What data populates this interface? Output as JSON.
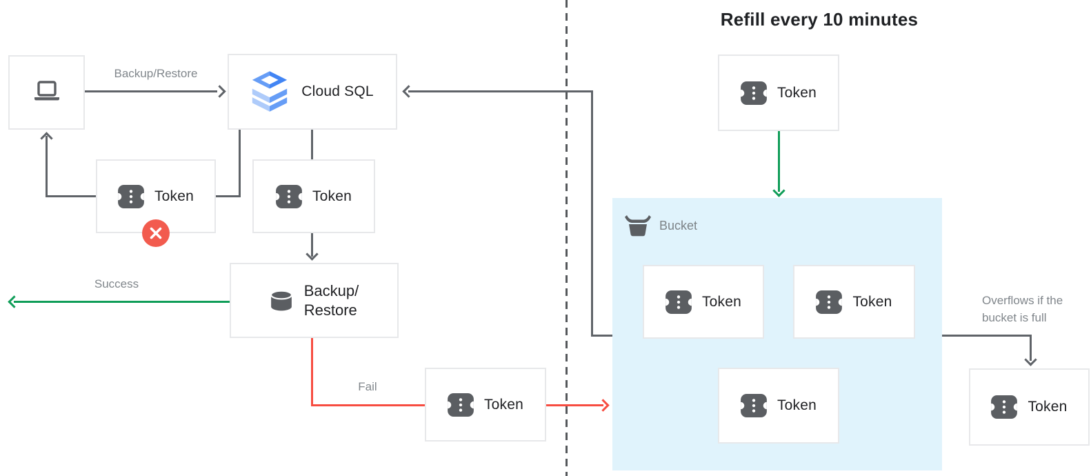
{
  "title": "Refill every 10 minutes",
  "labels": {
    "token": "Token",
    "cloud_sql": "Cloud SQL",
    "backup_restore_line1": "Backup/",
    "backup_restore_line2": "Restore",
    "client_to_cloudsql_arrow": "Backup/Restore",
    "success": "Success",
    "fail": "Fail",
    "bucket": "Bucket",
    "overflow_line1": "Overflows if the",
    "overflow_line2": "bucket is full"
  },
  "colors": {
    "connector_gray": "#5f6368",
    "success_green": "#0f9d58",
    "fail_red": "#f74c40",
    "error_badge_red": "#f25b4e",
    "bucket_fill": "#e0f3fc",
    "node_border": "#e7e8ea",
    "label_gray": "#80868b",
    "text_dark": "#202124",
    "icon_gray": "#5b5e62",
    "cloud_sql_blue_dark": "#4285f4",
    "cloud_sql_blue_mid": "#669df6",
    "cloud_sql_blue_light": "#aecbfa"
  },
  "icons": {
    "laptop": "laptop-icon",
    "cloud_sql": "cloud-sql-icon",
    "token": "token-icon",
    "database": "database-icon",
    "bucket": "bucket-icon",
    "error_x": "error-x-icon"
  },
  "edges": [
    {
      "from": "client",
      "to": "cloud-sql",
      "label": "Backup/Restore",
      "color": "gray"
    },
    {
      "from": "cloud-sql",
      "to": "queued-token",
      "label": "",
      "color": "gray"
    },
    {
      "from": "queued-token",
      "to": "backup-restore",
      "label": "",
      "color": "gray"
    },
    {
      "from": "failed-token",
      "to": "cloud-sql",
      "label": "",
      "color": "gray"
    },
    {
      "from": "failed-token",
      "to": "client",
      "label": "",
      "color": "gray"
    },
    {
      "from": "backup-restore",
      "to": "offscreen-left",
      "label": "Success",
      "color": "green"
    },
    {
      "from": "backup-restore",
      "to": "fail-token",
      "label": "Fail",
      "color": "red"
    },
    {
      "from": "fail-token",
      "to": "bucket",
      "label": "",
      "color": "red"
    },
    {
      "from": "bucket",
      "to": "cloud-sql",
      "label": "",
      "color": "gray"
    },
    {
      "from": "refill-token",
      "to": "bucket",
      "label": "",
      "color": "green"
    },
    {
      "from": "bucket",
      "to": "overflow-token",
      "label": "Overflows if the bucket is full",
      "color": "gray"
    }
  ]
}
